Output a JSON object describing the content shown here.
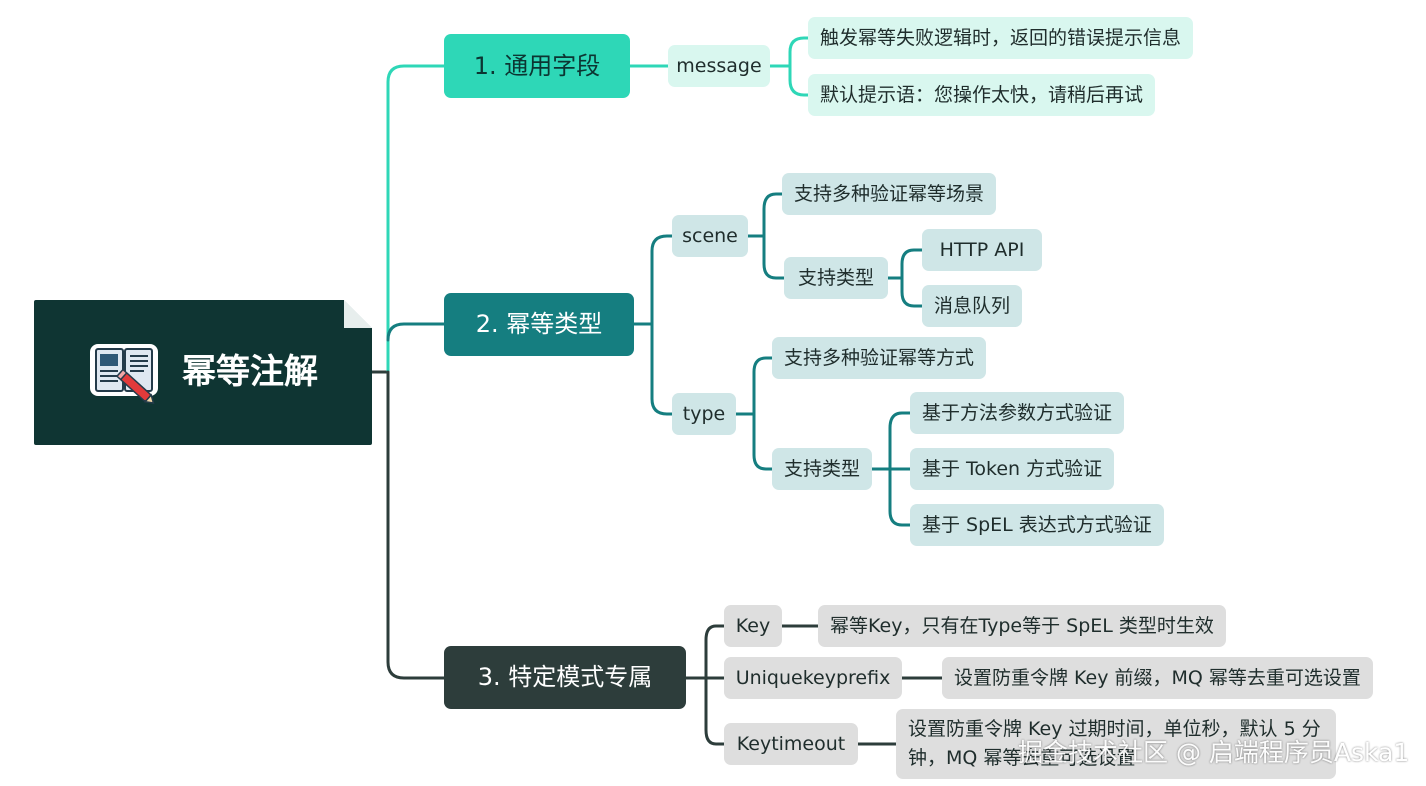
{
  "root": {
    "title": "幂等注解",
    "icon": "book-pencil-icon"
  },
  "branches": {
    "general": {
      "label": "1. 通用字段",
      "message": {
        "label": "message",
        "leaves": [
          "触发幂等失败逻辑时，返回的错误提示信息",
          "默认提示语：您操作太快，请稍后再试"
        ]
      }
    },
    "types": {
      "label": "2. 幂等类型",
      "scene": {
        "label": "scene",
        "desc": "支持多种验证幂等场景",
        "supported": {
          "label": "支持类型",
          "leaves": [
            "HTTP API",
            "消息队列"
          ]
        }
      },
      "type": {
        "label": "type",
        "desc": "支持多种验证幂等方式",
        "supported": {
          "label": "支持类型",
          "leaves": [
            "基于方法参数方式验证",
            "基于 Token 方式验证",
            "基于 SpEL 表达式方式验证"
          ]
        }
      }
    },
    "specific": {
      "label": "3. 特定模式专属",
      "items": [
        {
          "label": "Key",
          "desc": "幂等Key，只有在Type等于 SpEL 类型时生效"
        },
        {
          "label": "Uniquekeyprefix",
          "desc": "设置防重令牌 Key 前缀，MQ 幂等去重可选设置"
        },
        {
          "label": "Keytimeout",
          "desc": "设置防重令牌 Key 过期时间，单位秒，默认 5 分钟，MQ 幂等去重可选设置"
        }
      ]
    }
  },
  "watermark": "掘金技术社区 @ 启端程序员Aska1",
  "colors": {
    "root_bg": "#0f3533",
    "branch1": "#2ed7b7",
    "branch2": "#157e80",
    "branch3": "#2d3d3b",
    "mint_node": "#d9f7ef",
    "teal_node": "#cfe6e7",
    "grey_node": "#dedede"
  }
}
